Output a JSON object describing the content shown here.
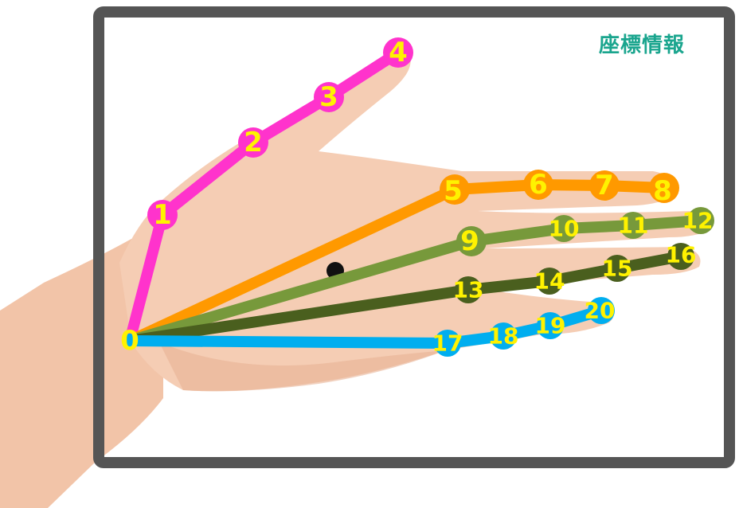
{
  "header": {
    "title": "座標情報"
  },
  "colors": {
    "frame": "#555555",
    "thumb": "#ff33cc",
    "index": "#ff9900",
    "middle": "#77993b",
    "ring": "#4a5f1e",
    "pinky": "#00aeef",
    "label": "#fff200",
    "title": "#1aa58e",
    "palm_center": "#111111",
    "skin": "#f3c7ad"
  },
  "keypoints": [
    {
      "id": "0",
      "label": "0"
    },
    {
      "id": "1",
      "label": "1"
    },
    {
      "id": "2",
      "label": "2"
    },
    {
      "id": "3",
      "label": "3"
    },
    {
      "id": "4",
      "label": "4"
    },
    {
      "id": "5",
      "label": "5"
    },
    {
      "id": "6",
      "label": "6"
    },
    {
      "id": "7",
      "label": "7"
    },
    {
      "id": "8",
      "label": "8"
    },
    {
      "id": "9",
      "label": "9"
    },
    {
      "id": "10",
      "label": "10"
    },
    {
      "id": "11",
      "label": "11"
    },
    {
      "id": "12",
      "label": "12"
    },
    {
      "id": "13",
      "label": "13"
    },
    {
      "id": "14",
      "label": "14"
    },
    {
      "id": "15",
      "label": "15"
    },
    {
      "id": "16",
      "label": "16"
    },
    {
      "id": "17",
      "label": "17"
    },
    {
      "id": "18",
      "label": "18"
    },
    {
      "id": "19",
      "label": "19"
    },
    {
      "id": "20",
      "label": "20"
    }
  ],
  "fingers": [
    {
      "name": "thumb",
      "color_key": "thumb",
      "chain": [
        0,
        1,
        2,
        3,
        4
      ]
    },
    {
      "name": "index",
      "color_key": "index",
      "chain": [
        0,
        5,
        6,
        7,
        8
      ]
    },
    {
      "name": "middle",
      "color_key": "middle",
      "chain": [
        0,
        9,
        10,
        11,
        12
      ]
    },
    {
      "name": "ring",
      "color_key": "ring",
      "chain": [
        0,
        13,
        14,
        15,
        16
      ]
    },
    {
      "name": "pinky",
      "color_key": "pinky",
      "chain": [
        0,
        17,
        18,
        19,
        20
      ]
    }
  ]
}
